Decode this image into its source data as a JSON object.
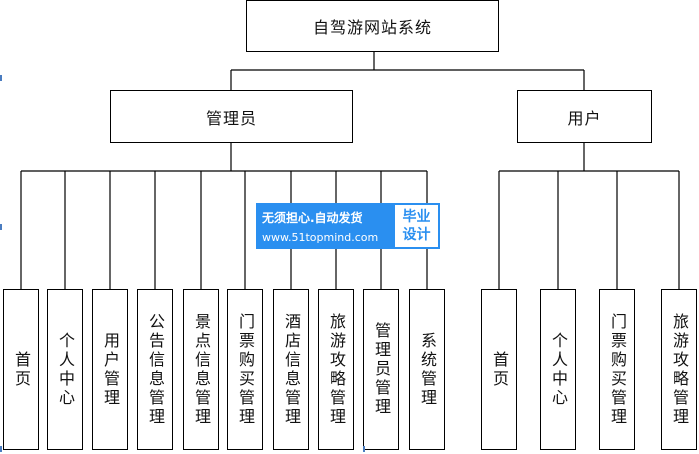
{
  "diagram": {
    "root": "自驾游网站系统",
    "roles": [
      {
        "label": "管理员",
        "modules": [
          "首页",
          "个人中心",
          "用户管理",
          "公告信息管理",
          "景点信息管理",
          "门票购买管理",
          "酒店信息管理",
          "旅游攻略管理",
          "管理员管理",
          "系统管理"
        ]
      },
      {
        "label": "用户",
        "modules": [
          "首页",
          "个人中心",
          "门票购买管理",
          "旅游攻略管理"
        ]
      }
    ]
  },
  "watermark": {
    "line1": "无须担心.自动发货",
    "line2": "www.51topmind.com",
    "badge_line1": "毕业",
    "badge_line2": "设计"
  },
  "colors": {
    "line": "#000000",
    "watermark_blue": "#2a8ff0"
  }
}
